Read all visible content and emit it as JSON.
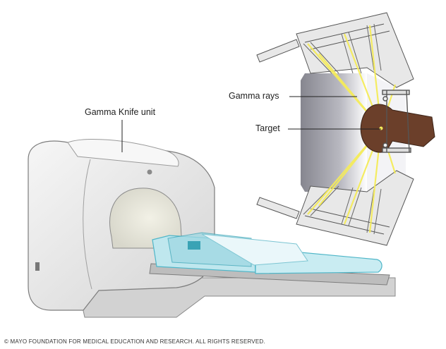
{
  "labels": {
    "unit": "Gamma Knife unit",
    "rays": "Gamma rays",
    "target": "Target"
  },
  "copyright": "© MAYO FOUNDATION FOR MEDICAL EDUCATION AND RESEARCH. ALL RIGHTS RESERVED.",
  "colors": {
    "machine_body": "#ececec",
    "machine_shadow": "#c9c9c9",
    "mattress": "#bfe7ee",
    "mattress_edge": "#4fb6c8",
    "ray": "#f5ec5a",
    "shield": "#9a9aa2",
    "skin": "#6b3f2a"
  }
}
